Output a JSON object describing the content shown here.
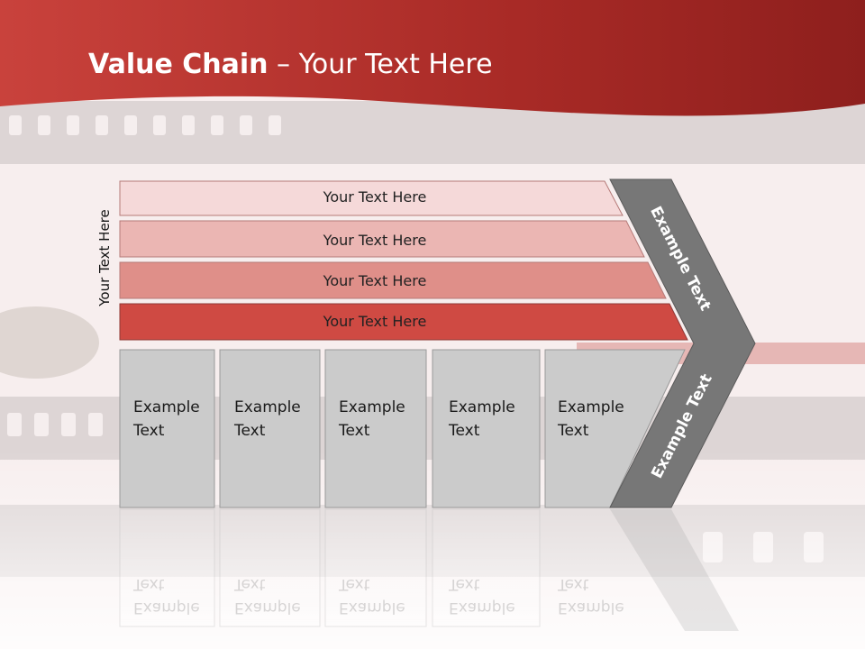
{
  "title": {
    "bold": "Value Chain",
    "rest": " – Your Text Here"
  },
  "side_label": "Your Text Here",
  "bars": [
    {
      "label": "Your Text Here",
      "fill": "#f5d9d9"
    },
    {
      "label": "Your Text Here",
      "fill": "#ebb6b3"
    },
    {
      "label": "Your Text Here",
      "fill": "#df8f89"
    },
    {
      "label": "Your Text Here",
      "fill": "#cf4a43"
    }
  ],
  "cells": [
    "Example Text",
    "Example Text",
    "Example Text",
    "Example Text",
    "Example Text"
  ],
  "chevron": {
    "upper": "Example Text",
    "lower": "Example Text"
  },
  "colors": {
    "header": "#b3302c",
    "cell": "#cbcbcb",
    "chevron": "#777777"
  }
}
